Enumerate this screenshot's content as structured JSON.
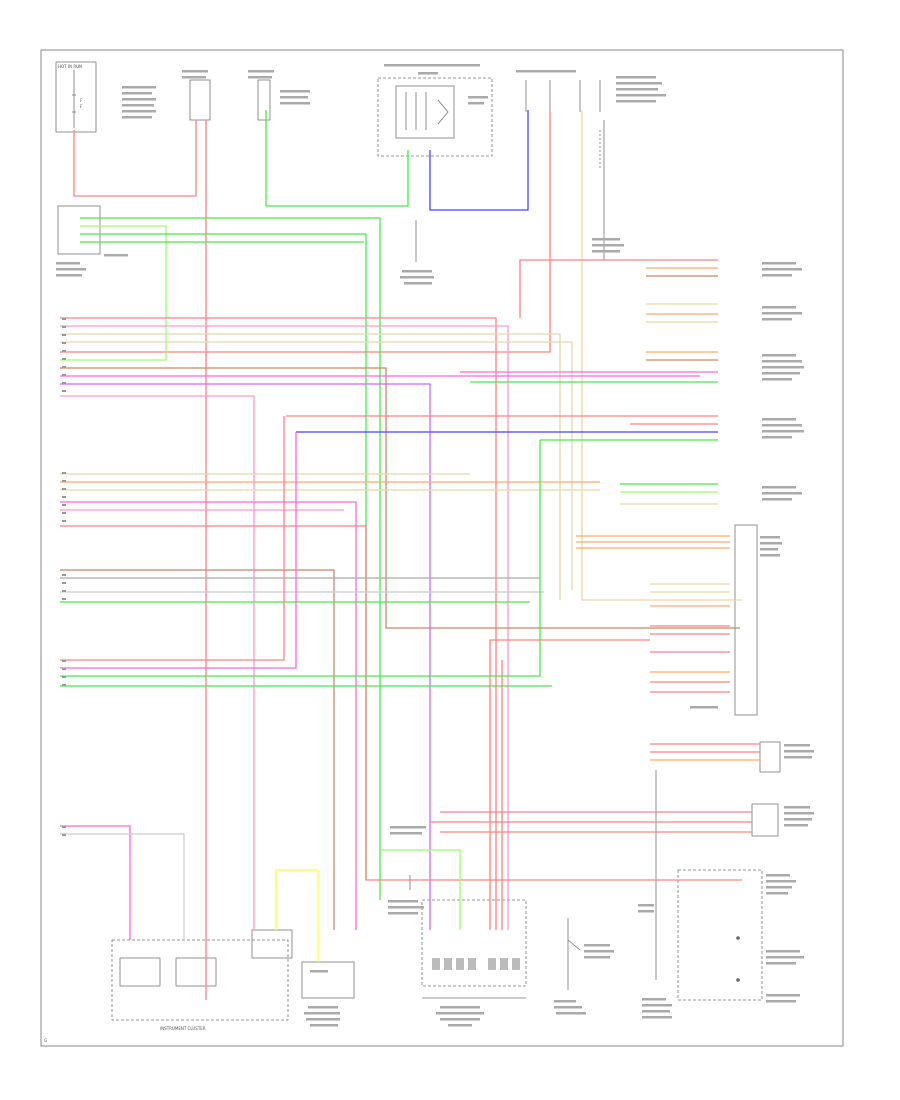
{
  "colors": {
    "red": "#ff8080",
    "pink": "#ff99cc",
    "magenta": "#ff66dd",
    "violet": "#cc66ff",
    "blue": "#4444ff",
    "green": "#44ee44",
    "lightgreen": "#99ff66",
    "yellow": "#ffff33",
    "tan": "#e6d8a8",
    "orange": "#ffaa66",
    "brown": "#cc8866",
    "gray": "#aaaaaa",
    "black": "#555555",
    "white_wire": "#cccccc"
  },
  "labels": {
    "hot_in_run": "HOT IN RUN",
    "instrument_cluster": "INSTRUMENT CLUSTER",
    "ground": "G"
  }
}
